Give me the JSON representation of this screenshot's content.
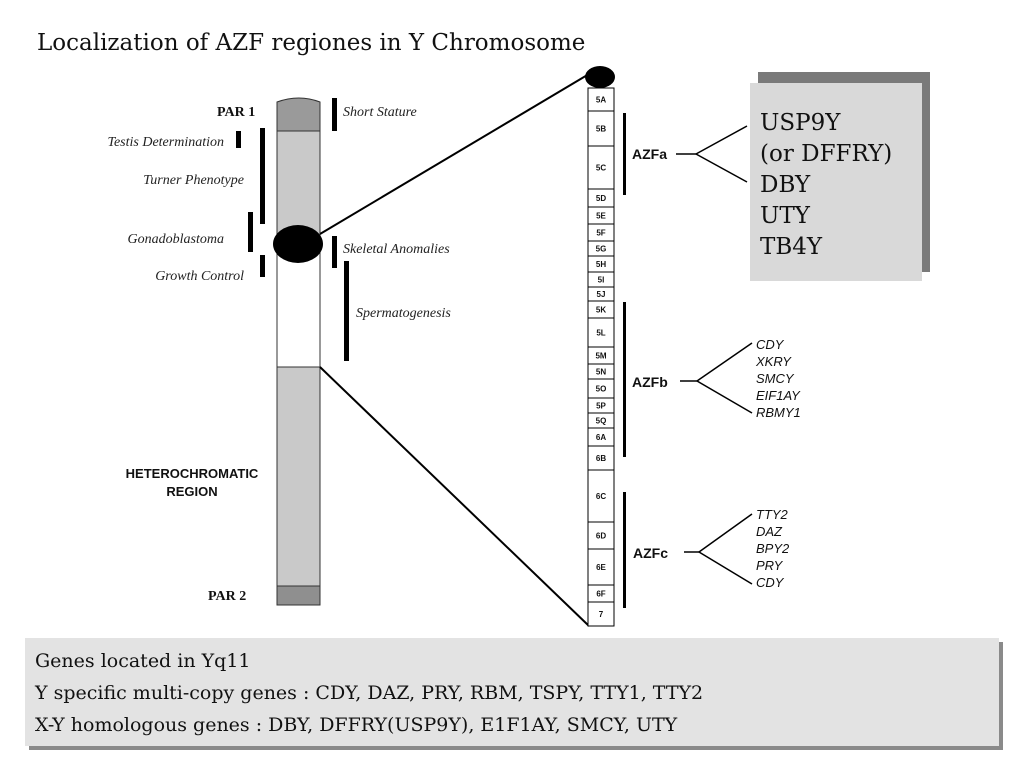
{
  "title": "Localization of AZF regiones in Y Chromosome",
  "left_chromosome": {
    "par1": "PAR 1",
    "par2": "PAR 2",
    "heterochromatic_line1": "HETEROCHROMATIC",
    "heterochromatic_line2": "REGION",
    "left_labels": [
      "Testis Determination",
      "Turner Phenotype",
      "Gonadoblastoma",
      "Growth Control"
    ],
    "right_labels": [
      "Short Stature",
      "Skeletal Anomalies",
      "Spermatogenesis"
    ]
  },
  "bands": [
    "5A",
    "5B",
    "5C",
    "5D",
    "5E",
    "5F",
    "5G",
    "5H",
    "5I",
    "5J",
    "5K",
    "5L",
    "5M",
    "5N",
    "5O",
    "5P",
    "5Q",
    "6A",
    "6B",
    "6C",
    "6D",
    "6E",
    "6F",
    "7"
  ],
  "azf_regions": [
    {
      "label": "AZFa",
      "genes": [
        "USP9Y",
        "(or DFFRY)",
        "DBY",
        "UTY",
        "TB4Y"
      ]
    },
    {
      "label": "AZFb",
      "genes": [
        "CDY",
        "XKRY",
        "SMCY",
        "EIF1AY",
        "RBMY1"
      ]
    },
    {
      "label": "AZFc",
      "genes": [
        "TTY2",
        "DAZ",
        "BPY2",
        "PRY",
        "CDY"
      ]
    }
  ],
  "notes": [
    "Genes located in Yq11",
    "Y specific multi-copy genes : CDY, DAZ, PRY, RBM, TSPY, TTY1, TTY2",
    "X-Y homologous genes :  DBY, DFFRY(USP9Y), E1F1AY, SMCY, UTY"
  ]
}
